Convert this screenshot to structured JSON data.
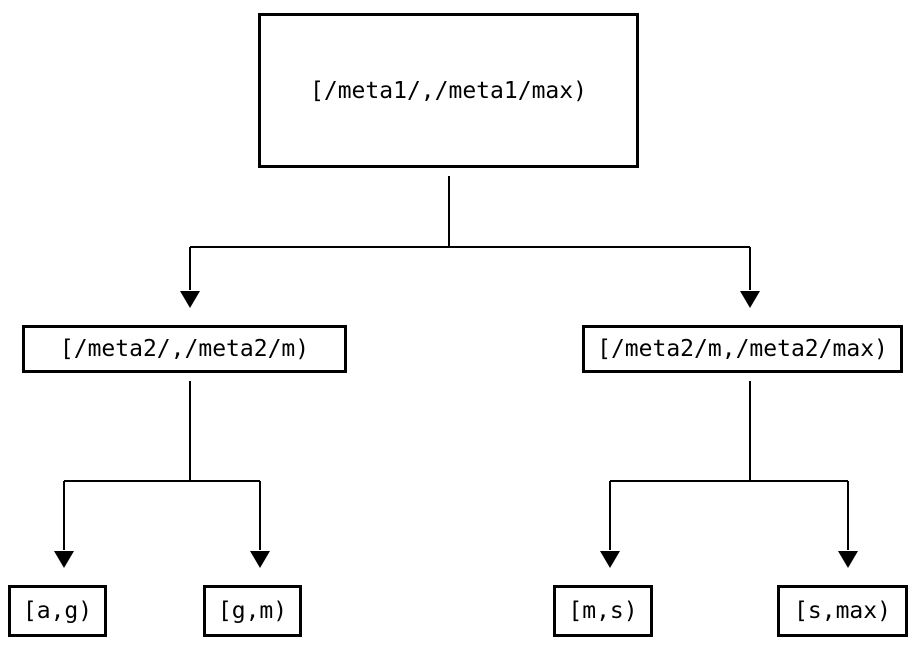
{
  "diagram": {
    "type": "tree",
    "background_color": "#ffffff",
    "line_color": "#000000",
    "text_color": "#000000",
    "nodes": {
      "root": {
        "label": "[/meta1/,/meta1/max)"
      },
      "left": {
        "label": "[/meta2/,/meta2/m)"
      },
      "right": {
        "label": "[/meta2/m,/meta2/max)"
      },
      "left_left": {
        "label": "[a,g)"
      },
      "left_right": {
        "label": "[g,m)"
      },
      "right_left": {
        "label": "[m,s)"
      },
      "right_right": {
        "label": "[s,max)"
      }
    },
    "edges": [
      {
        "from": "root",
        "to": "left"
      },
      {
        "from": "root",
        "to": "right"
      },
      {
        "from": "left",
        "to": "left_left"
      },
      {
        "from": "left",
        "to": "left_right"
      },
      {
        "from": "right",
        "to": "right_left"
      },
      {
        "from": "right",
        "to": "right_right"
      }
    ]
  }
}
